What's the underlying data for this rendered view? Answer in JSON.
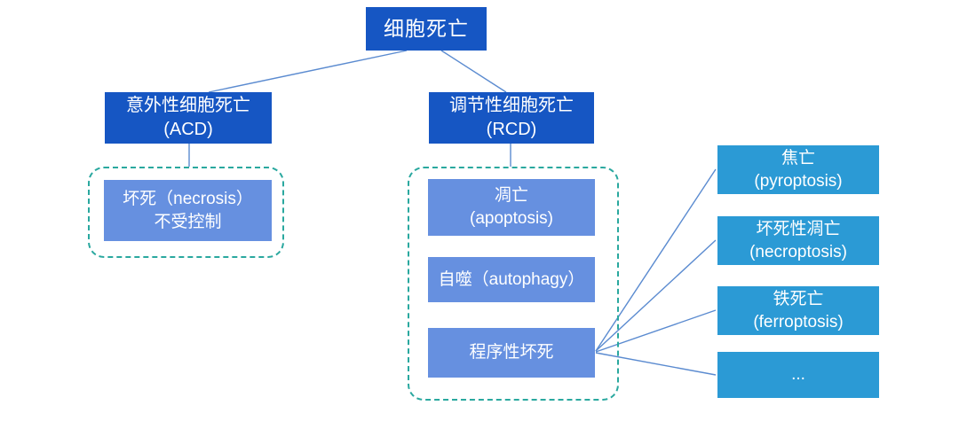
{
  "colors": {
    "background": "#FFFFFF",
    "primary_dark_blue": "#1656C3",
    "medium_blue": "#6690E0",
    "cyan_blue": "#2B9AD5",
    "dashed_border_teal": "#2AA89F",
    "connector_line_blue": "#5B8BD0",
    "text_color": "#FFFFFF"
  },
  "tree": {
    "root": {
      "label": "细胞死亡"
    },
    "acd": {
      "label": "意外性细胞死亡\n(ACD)",
      "child": {
        "label": "坏死（necrosis）\n不受控制"
      }
    },
    "rcd": {
      "label": "调节性细胞死亡\n(RCD)",
      "children": [
        {
          "label": "凋亡\n(apoptosis)"
        },
        {
          "label": "自噬（autophagy）"
        },
        {
          "label": "程序性坏死"
        }
      ]
    },
    "rcd_subtypes": [
      {
        "label": "焦亡\n(pyroptosis)"
      },
      {
        "label": "坏死性凋亡\n(necroptosis)"
      },
      {
        "label": "铁死亡\n(ferroptosis)"
      },
      {
        "label": "..."
      }
    ]
  }
}
